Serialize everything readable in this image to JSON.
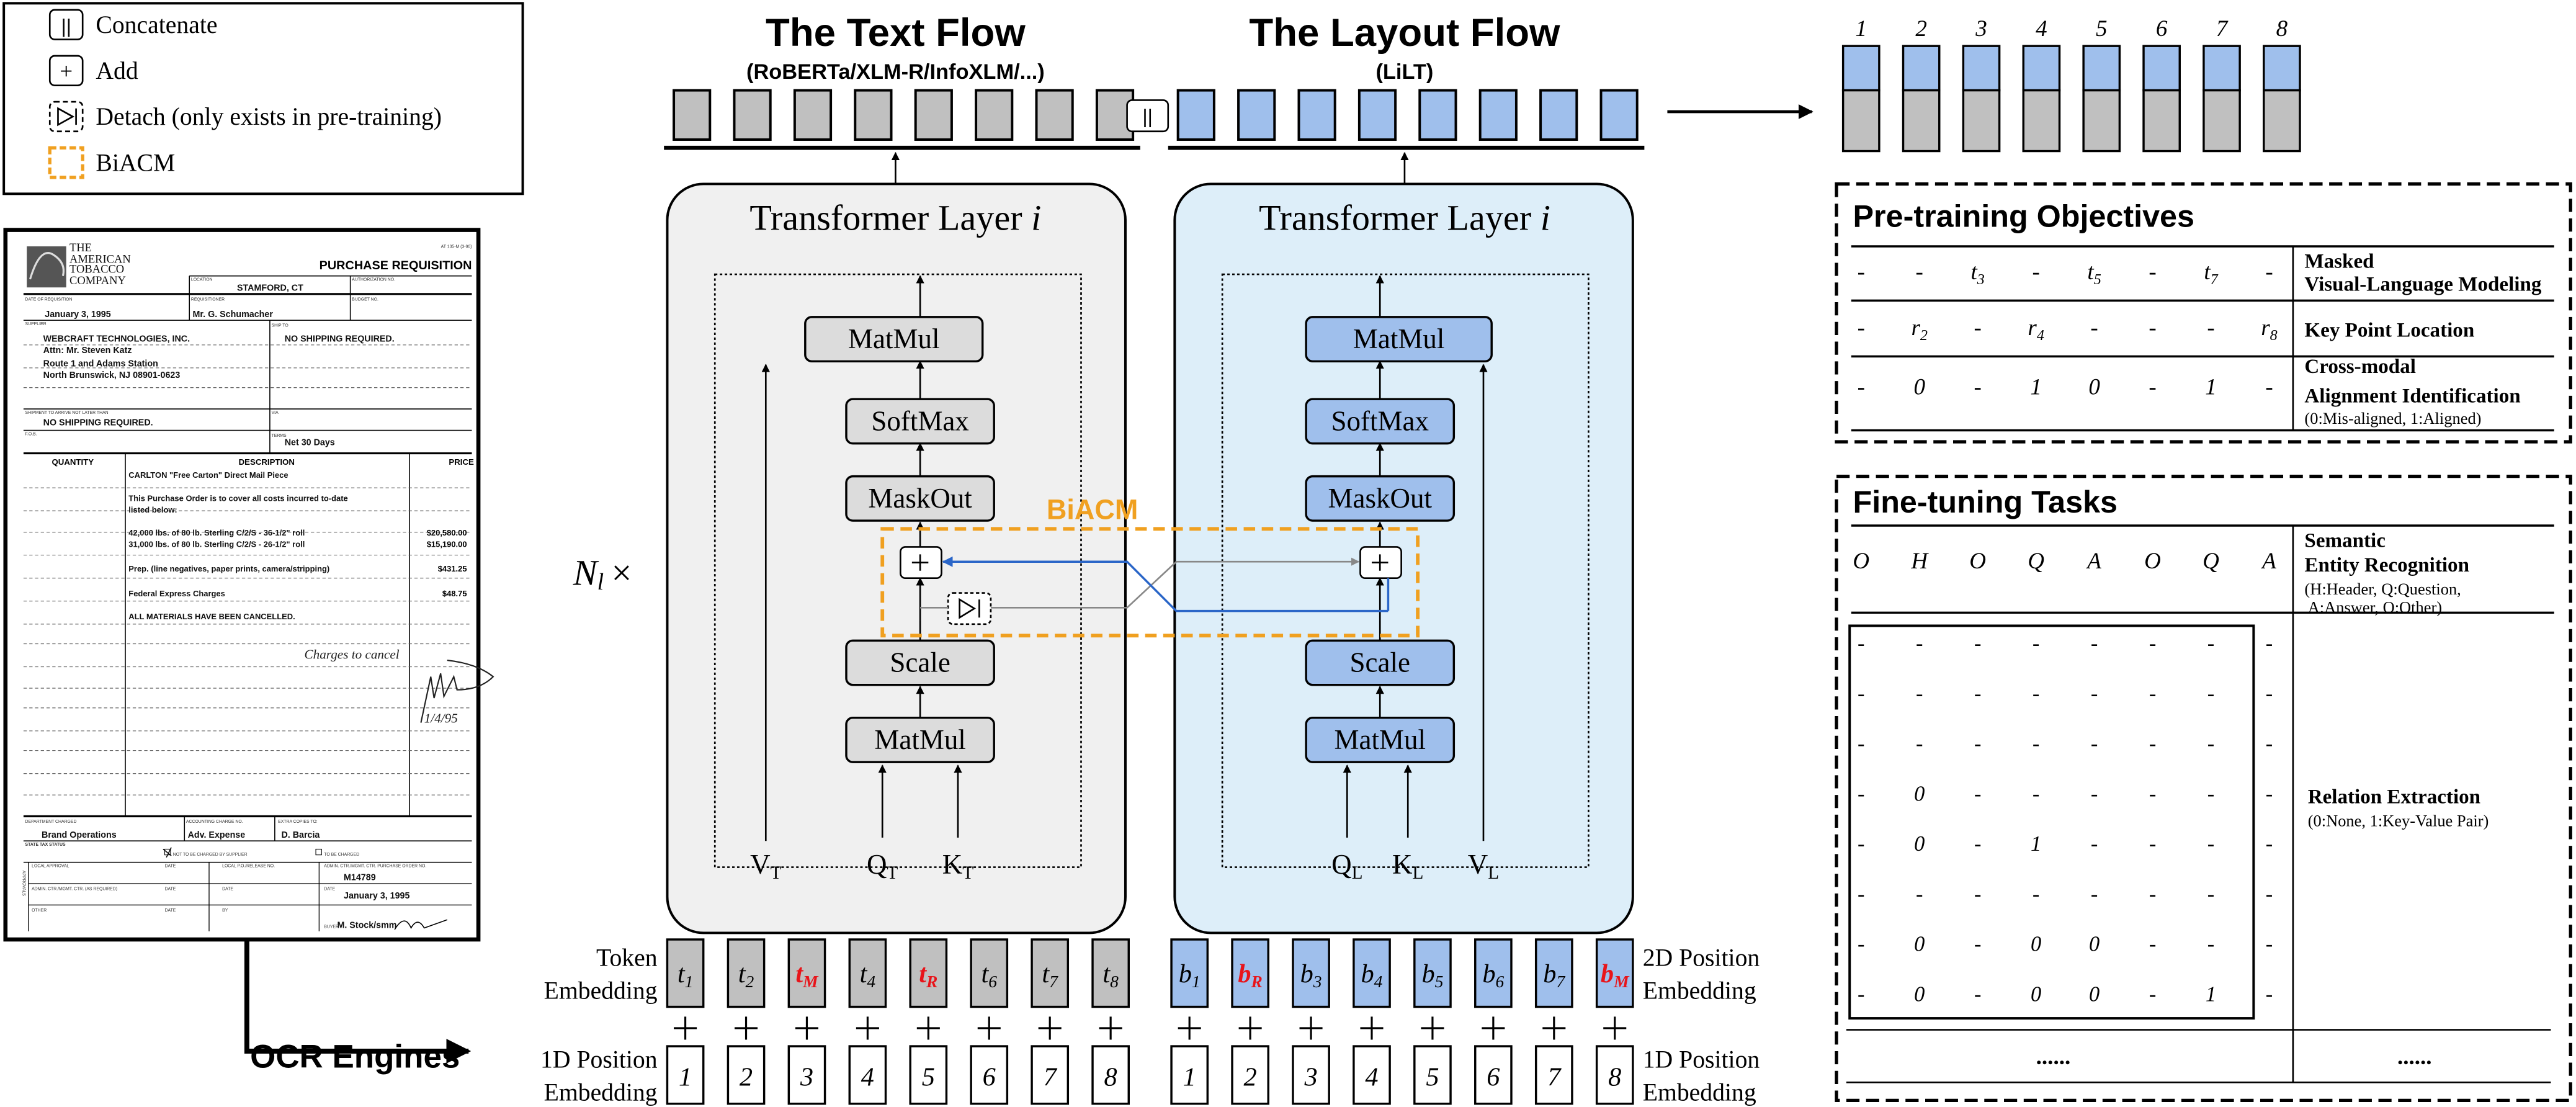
{
  "colors": {
    "text_token": "#c0c0c0",
    "layout_token": "#9fbfec",
    "text_panel": "#f0f0f0",
    "layout_panel": "#ddeef9",
    "biacm": "#f0a020",
    "masked": "#e8141a",
    "blue_line": "#2b66c8",
    "gray_line": "#888888"
  },
  "legend": {
    "concat_symbol": "||",
    "concat": "Concatenate",
    "add_symbol": "+",
    "add": "Add",
    "detach_icon": "detach-icon",
    "detach": "Detach (only exists in pre-training)",
    "biacm": "BiACM"
  },
  "text_flow": {
    "title": "The Text Flow",
    "subtitle": "(RoBERTa/XLM-R/InfoXLM/...)",
    "transformer_title": "Transformer Layer ",
    "layer_var": "i",
    "blocks": {
      "matmul_top": "MatMul",
      "softmax": "SoftMax",
      "maskout": "MaskOut",
      "scale": "Scale",
      "matmul_bottom": "MatMul"
    },
    "inputs": [
      {
        "base": "V",
        "sub": "T"
      },
      {
        "base": "Q",
        "sub": "T"
      },
      {
        "base": "K",
        "sub": "T"
      }
    ],
    "embedding_label": [
      "Token",
      "Embedding"
    ],
    "tokens": [
      {
        "base": "t",
        "sub": "1",
        "masked": false
      },
      {
        "base": "t",
        "sub": "2",
        "masked": false
      },
      {
        "base": "t",
        "sub": "M",
        "masked": true
      },
      {
        "base": "t",
        "sub": "4",
        "masked": false
      },
      {
        "base": "t",
        "sub": "R",
        "masked": true
      },
      {
        "base": "t",
        "sub": "6",
        "masked": false
      },
      {
        "base": "t",
        "sub": "7",
        "masked": false
      },
      {
        "base": "t",
        "sub": "8",
        "masked": false
      }
    ],
    "positions": [
      "1",
      "2",
      "3",
      "4",
      "5",
      "6",
      "7",
      "8"
    ],
    "position_label": [
      "1D Position",
      "Embedding"
    ]
  },
  "layout_flow": {
    "title": "The Layout Flow",
    "subtitle": "(LiLT)",
    "transformer_title": "Transformer Layer ",
    "layer_var": "i",
    "blocks": {
      "matmul_top": "MatMul",
      "softmax": "SoftMax",
      "maskout": "MaskOut",
      "scale": "Scale",
      "matmul_bottom": "MatMul"
    },
    "inputs": [
      {
        "base": "Q",
        "sub": "L"
      },
      {
        "base": "K",
        "sub": "L"
      },
      {
        "base": "V",
        "sub": "L"
      }
    ],
    "embedding_label": [
      "2D Position",
      "Embedding"
    ],
    "tokens": [
      {
        "base": "b",
        "sub": "1",
        "masked": false
      },
      {
        "base": "b",
        "sub": "R",
        "masked": true
      },
      {
        "base": "b",
        "sub": "3",
        "masked": false
      },
      {
        "base": "b",
        "sub": "4",
        "masked": false
      },
      {
        "base": "b",
        "sub": "5",
        "masked": false
      },
      {
        "base": "b",
        "sub": "6",
        "masked": false
      },
      {
        "base": "b",
        "sub": "7",
        "masked": false
      },
      {
        "base": "b",
        "sub": "M",
        "masked": true
      }
    ],
    "positions": [
      "1",
      "2",
      "3",
      "4",
      "5",
      "6",
      "7",
      "8"
    ],
    "position_label": [
      "1D Position",
      "Embedding"
    ]
  },
  "concat_symbol": "||",
  "n_layers": {
    "base": "N",
    "sub": "l",
    "suffix": " ×"
  },
  "biacm_label": "BiACM",
  "ocr_label": "OCR Engines",
  "output_positions": [
    "1",
    "2",
    "3",
    "4",
    "5",
    "6",
    "7",
    "8"
  ],
  "pretraining": {
    "title": "Pre-training Objectives",
    "rows": [
      {
        "cells": [
          {
            "base": "-"
          },
          {
            "base": "-"
          },
          {
            "base": "t",
            "sub": "3"
          },
          {
            "base": "-"
          },
          {
            "base": "t",
            "sub": "5"
          },
          {
            "base": "-"
          },
          {
            "base": "t",
            "sub": "7"
          },
          {
            "base": "-"
          }
        ],
        "label": [
          "Masked",
          "Visual-Language Modeling"
        ],
        "note": ""
      },
      {
        "cells": [
          {
            "base": "-"
          },
          {
            "base": "r",
            "sub": "2"
          },
          {
            "base": "-"
          },
          {
            "base": "r",
            "sub": "4"
          },
          {
            "base": "-"
          },
          {
            "base": "-"
          },
          {
            "base": "-"
          },
          {
            "base": "r",
            "sub": "8"
          }
        ],
        "label": [
          "Key Point Location"
        ],
        "note": ""
      },
      {
        "cells": [
          {
            "base": "-"
          },
          {
            "base": "0"
          },
          {
            "base": "-"
          },
          {
            "base": "1"
          },
          {
            "base": "0"
          },
          {
            "base": "-"
          },
          {
            "base": "1"
          },
          {
            "base": "-"
          }
        ],
        "label": [
          "Cross-modal",
          "Alignment Identification"
        ],
        "note": "(0:Mis-aligned, 1:Aligned)"
      }
    ]
  },
  "finetuning": {
    "title": "Fine-tuning Tasks",
    "ser": {
      "cells": [
        "O",
        "H",
        "O",
        "Q",
        "A",
        "O",
        "Q",
        "A"
      ],
      "label": [
        "Semantic",
        "Entity Recognition"
      ],
      "note": [
        "(H:Header, Q:Question,",
        "A:Answer, O:Other)"
      ]
    },
    "re": {
      "matrix": [
        [
          "-",
          "-",
          "-",
          "-",
          "-",
          "-",
          "-",
          "-"
        ],
        [
          "-",
          "-",
          "-",
          "-",
          "-",
          "-",
          "-",
          "-"
        ],
        [
          "-",
          "-",
          "-",
          "-",
          "-",
          "-",
          "-",
          "-"
        ],
        [
          "-",
          "0",
          "-",
          "-",
          "-",
          "-",
          "-",
          "-"
        ],
        [
          "-",
          "0",
          "-",
          "1",
          "-",
          "-",
          "-",
          "-"
        ],
        [
          "-",
          "-",
          "-",
          "-",
          "-",
          "-",
          "-",
          "-"
        ],
        [
          "-",
          "0",
          "-",
          "0",
          "0",
          "-",
          "-",
          "-"
        ],
        [
          "-",
          "0",
          "-",
          "0",
          "0",
          "-",
          "1",
          "-"
        ]
      ],
      "label": "Relation Extraction",
      "note": "(0:None, 1:Key-Value Pair)"
    },
    "ellipsis": [
      "......",
      "......"
    ]
  },
  "document": {
    "logo_text": [
      "THE",
      "AMERICAN",
      "TOBACCO",
      "COMPANY"
    ],
    "form_code": "AT 135-M (3-90)",
    "title": "PURCHASE REQUISITION",
    "fields": [
      {
        "label": "LOCATION",
        "value": "STAMFORD, CT"
      },
      {
        "label": "AUTHORIZATION NO.",
        "value": ""
      },
      {
        "label": "DATE OF REQUISITION",
        "value": "January 3, 1995"
      },
      {
        "label": "REQUISITIONER",
        "value": "Mr. G. Schumacher"
      },
      {
        "label": "BUDGET NO.",
        "value": ""
      },
      {
        "label": "SUPPLIER",
        "value": ""
      },
      {
        "label": "SHIP TO",
        "value": "NO SHIPPING REQUIRED."
      },
      {
        "label": "SHIPMENT TO ARRIVE NOT LATER THAN",
        "value": "NO SHIPPING REQUIRED."
      },
      {
        "label": "VIA",
        "value": ""
      },
      {
        "label": "F.O.B.",
        "value": ""
      },
      {
        "label": "TERMS",
        "value": "Net 30 Days"
      }
    ],
    "supplier_lines": [
      "WEBCRAFT TECHNOLOGIES, INC.",
      "Attn: Mr. Steven Katz",
      "Route 1 and Adams Station",
      "North Brunswick, NJ 08901-0623"
    ],
    "columns": [
      "QUANTITY",
      "DESCRIPTION",
      "PRICE"
    ],
    "description_lines": [
      "CARLTON \"Free Carton\" Direct Mail Piece",
      "This Purchase Order is to cover all costs incurred to-date",
      "listed below:",
      "42,000 lbs. of 80 lb. Sterling C/2/S - 36-1/2\" roll",
      "31,000 lbs. of 80 lb. Sterling C/2/S - 26-1/2\" roll",
      "Prep. (line negatives, paper prints, camera/stripping)",
      "Federal Express Charges",
      "ALL MATERIALS HAVE BEEN CANCELLED."
    ],
    "prices": [
      "$20,580.00",
      "$15,190.00",
      "$431.25",
      "$48.75"
    ],
    "handwriting": [
      "Charges to cancel",
      "1/4/95"
    ],
    "bottom_fields": [
      {
        "label": "DEPARTMENT CHARGED",
        "value": "Brand Operations"
      },
      {
        "label": "ACCOUNTING CHARGE NO.",
        "value": "Adv. Expense"
      },
      {
        "label": "EXTRA COPIES TO:",
        "value": "D. Barcia"
      }
    ],
    "tax_status": "STATE TAX STATUS",
    "tax_options": [
      "NOT TO BE CHARGED BY SUPPLIER",
      "TO BE CHARGED"
    ],
    "approvals_side": "APPROVALS",
    "approval_labels": [
      "LOCAL APPROVAL",
      "DATE",
      "LOCAL P.O./RELEASE NO.",
      "ADMIN. CTR./MGMT. CTR. PURCHASE ORDER NO.",
      "ADMIN. CTR./MGMT. CTR. (AS REQUIRED)",
      "DATE",
      "DATE",
      "DATE",
      "OTHER",
      "DATE",
      "BY",
      "BUYER"
    ],
    "po_number": "M14789",
    "po_date": "January 3, 1995",
    "buyer": "M. Stock/smm"
  }
}
